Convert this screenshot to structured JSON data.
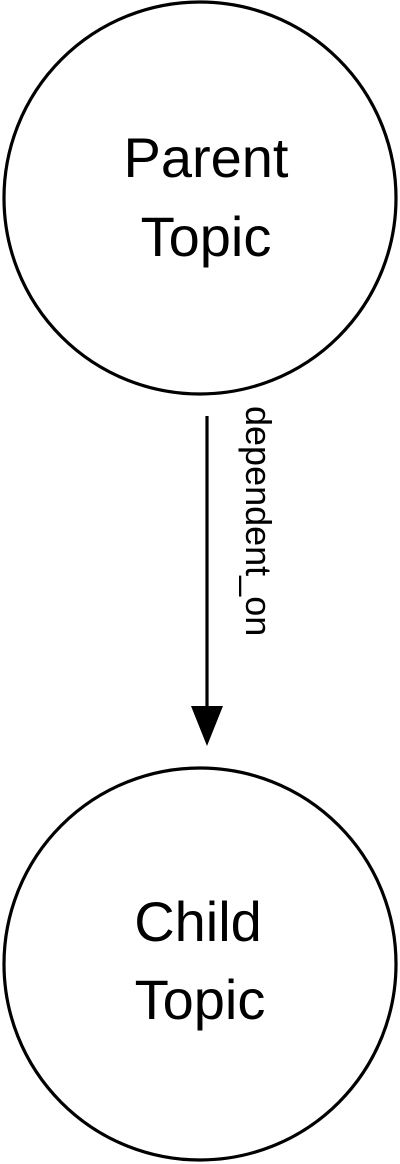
{
  "diagram": {
    "nodes": [
      {
        "id": "parent",
        "lines": [
          "Parent",
          "Topic"
        ]
      },
      {
        "id": "child",
        "lines": [
          "Child",
          "Topic"
        ]
      }
    ],
    "edge": {
      "from": "parent",
      "to": "child",
      "label": "dependent_on"
    }
  }
}
